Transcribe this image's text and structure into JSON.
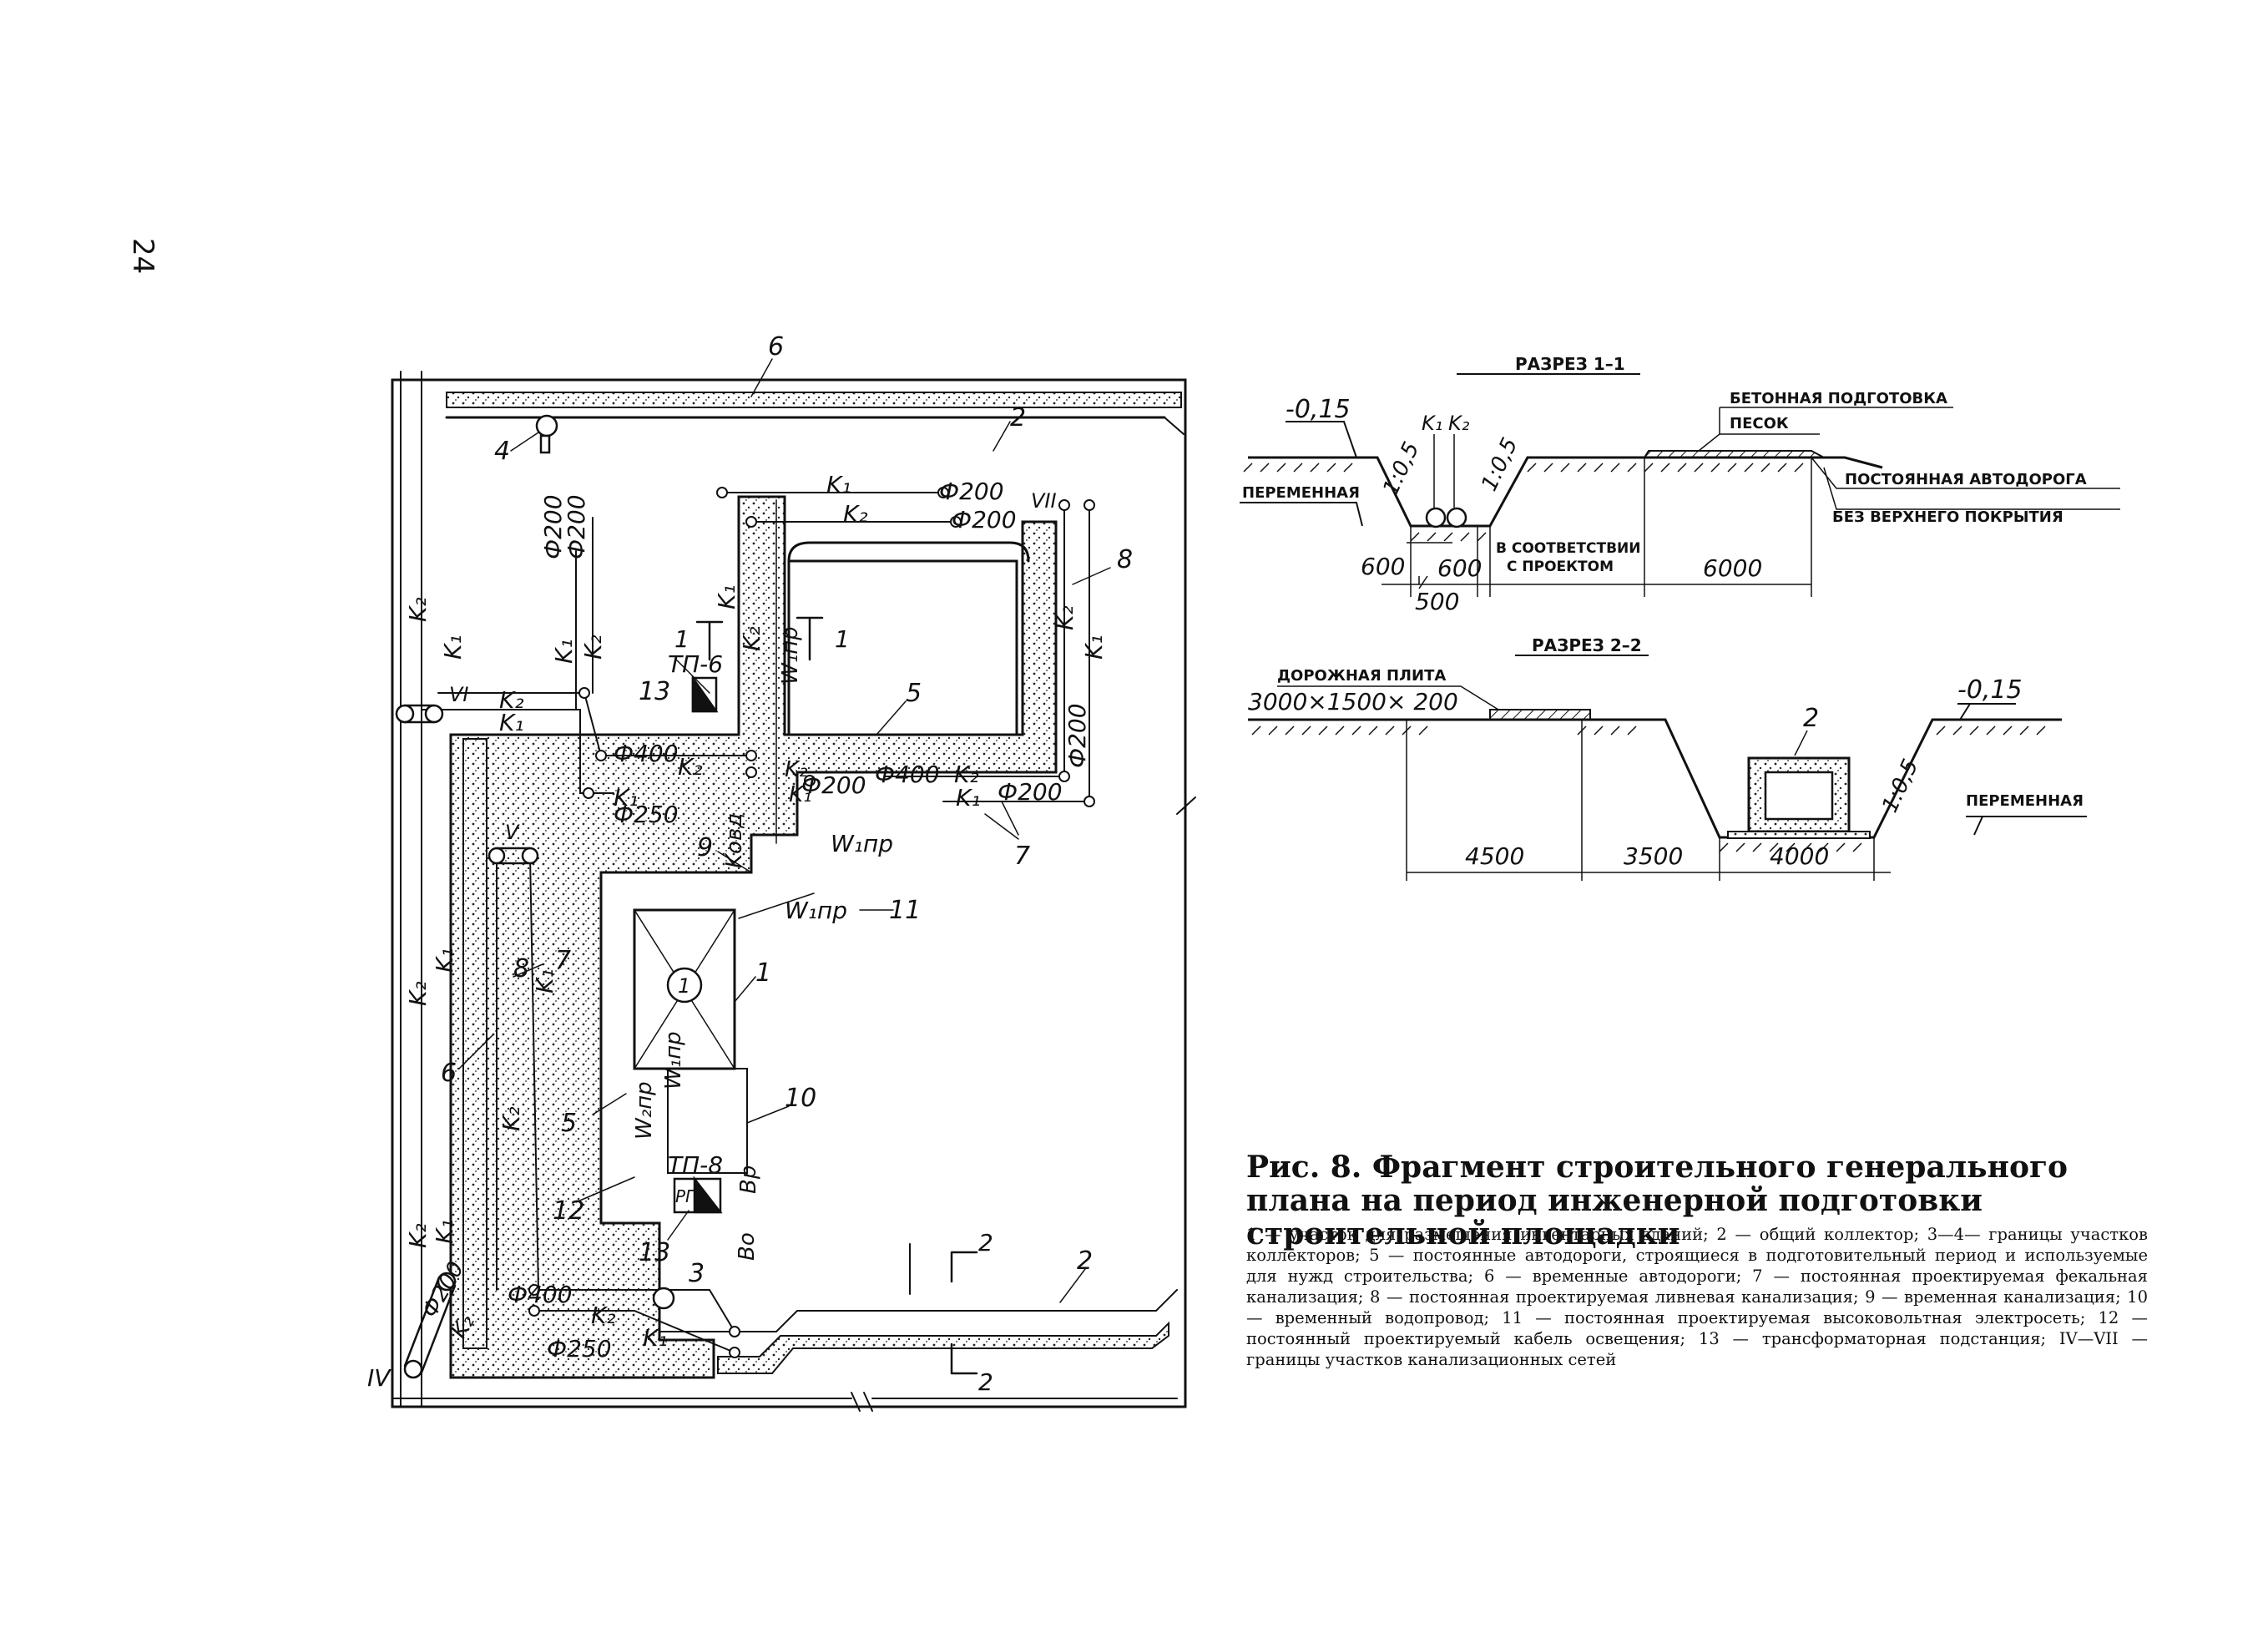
{
  "page_number": "24",
  "plan": {
    "callouts": {
      "c1": "1",
      "c2a": "2",
      "c2b": "2",
      "c3": "3",
      "c4": "4",
      "c5a": "5",
      "c5b": "5",
      "c6a": "6",
      "c6b": "6",
      "c7a": "7",
      "c7b": "7",
      "c8a": "8",
      "c8b": "8",
      "c9": "9",
      "c10": "10",
      "c11": "11",
      "c12": "12",
      "c13a": "13",
      "c13b": "13",
      "circle1": "1"
    },
    "zones": {
      "IV": "IV",
      "V": "V",
      "VI": "VI",
      "VII": "VII"
    },
    "pipes": {
      "K1": "K₁",
      "K2": "K₂",
      "K1top": "K₁",
      "K2top": "K₂",
      "K1v": "K₁",
      "K2v": "K₂",
      "Kovd": "Kовд",
      "W1pr": "W₁пр",
      "W2pr": "W₂пр",
      "Bp": "Bр",
      "Bo": "Bо",
      "RP": "РП"
    },
    "diameters": {
      "d200": "Ф200",
      "d250": "Ф250",
      "d400": "Ф400"
    },
    "substations": {
      "tp6": "ТП-6",
      "tp8": "ТП-8"
    },
    "section_marks": {
      "s1": "1",
      "s2": "2"
    }
  },
  "section1": {
    "title": "РАЗРЕЗ 1–1",
    "level": "-0,15",
    "variable": "ПЕРЕМЕННАЯ",
    "slope": "1:0,5",
    "k1": "K₁",
    "k2": "K₂",
    "concrete": "БЕТОННАЯ ПОДГОТОВКА",
    "sand": "ПЕСОК",
    "road": "ПОСТОЯННАЯ АВТОДОРОГА",
    "no_cover": "БЕЗ ВЕРХНЕГО ПОКРЫТИЯ",
    "per_project_1": "В СООТВЕТСТВИИ",
    "per_project_2": "С ПРОЕКТОМ",
    "dim_600a": "600",
    "dim_600b": "600",
    "dim_500": "500",
    "dim_6000": "6000"
  },
  "section2": {
    "title": "РАЗРЕЗ 2–2",
    "slab": "ДОРОЖНАЯ ПЛИТА",
    "slab_size": "3000×1500× 200",
    "level": "-0,15",
    "variable": "ПЕРЕМЕННАЯ",
    "slope": "1:0,5",
    "collector": "2",
    "dim_4500": "4500",
    "dim_3500": "3500",
    "dim_4000": "4000"
  },
  "caption": {
    "title": "Рис. 8. Фрагмент строительного генерального плана на период инженерной подготовки строительной площадки",
    "body": "1 — участок для размещения инвентарных зданий; 2 — общий коллектор; 3—4— границы участков коллекторов; 5 — постоянные автодороги, строящиеся в подготовительный период и используемые для нужд строительства; 6 — временные автодороги; 7 — постоянная проектируемая фекальная канализация; 8 — постоянная проектируемая ливневая канализация; 9 — временная канализация; 10 — временный водопровод; 11 — постоянная проектируемая высоковольтная электросеть; 12 — постоянный проектируемый кабель освещения; 13 — трансформаторная подстанция; IV—VII — границы участков канализационных сетей"
  }
}
